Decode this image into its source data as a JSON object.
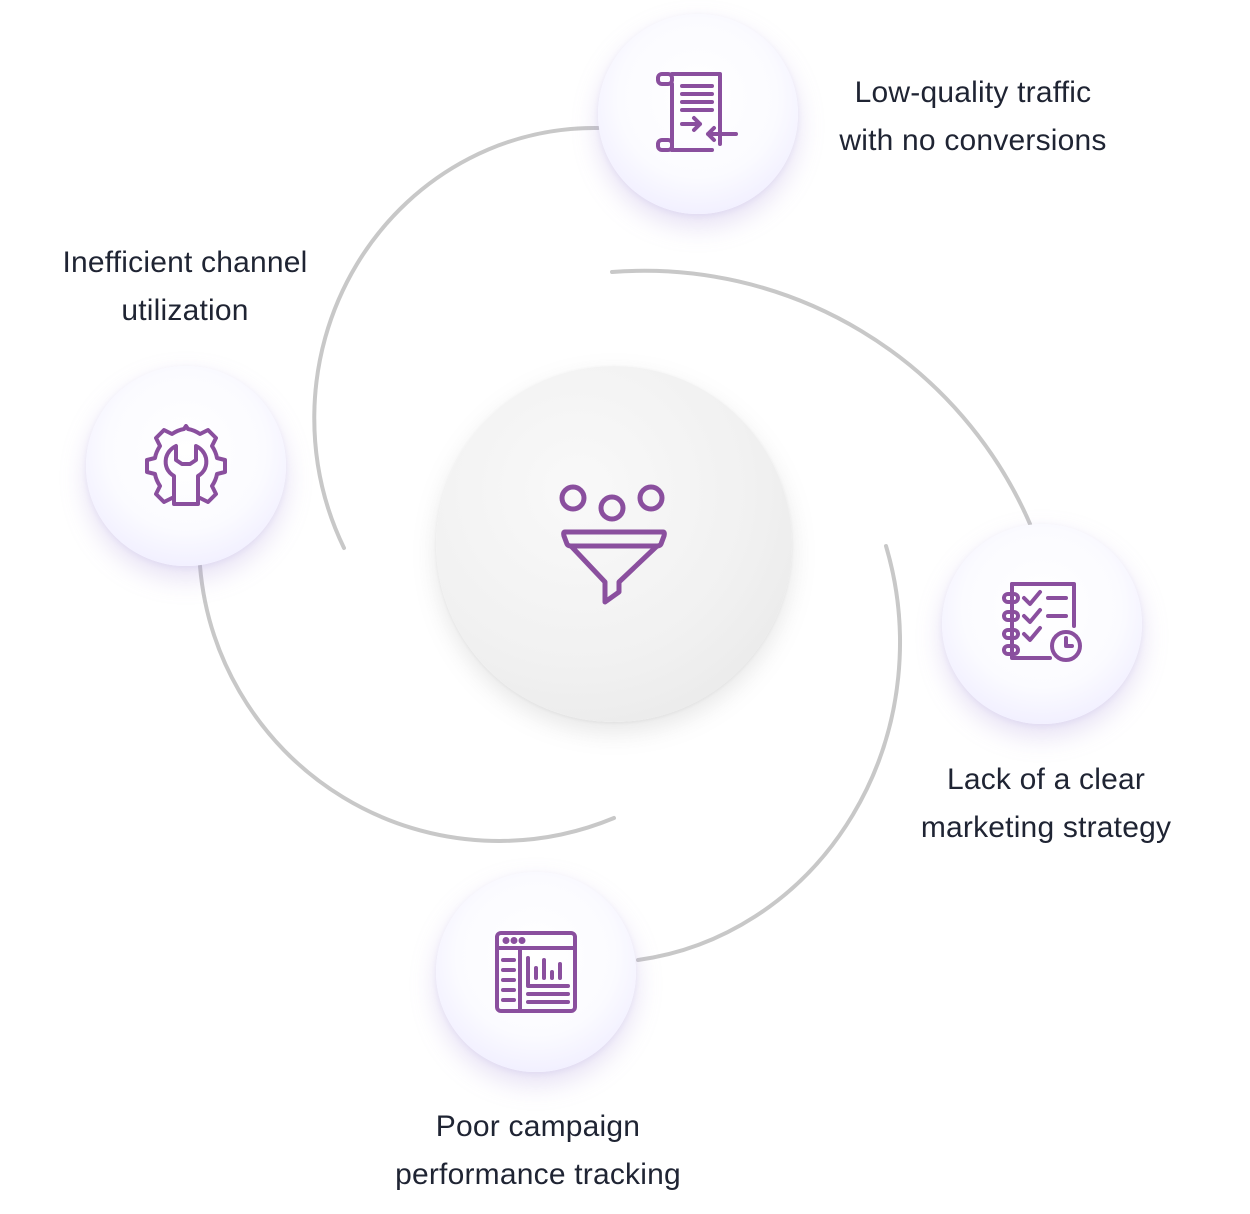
{
  "diagram": {
    "center": {
      "icon": "funnel-icon"
    },
    "items": [
      {
        "id": "low-quality-traffic",
        "icon": "document-exchange-icon",
        "label_lines": [
          "Low-quality traffic",
          "with no conversions"
        ]
      },
      {
        "id": "inefficient-channel",
        "icon": "gear-wrench-icon",
        "label_lines": [
          "Inefficient channel",
          "utilization"
        ]
      },
      {
        "id": "marketing-strategy",
        "icon": "checklist-clock-icon",
        "label_lines": [
          "Lack of a clear",
          "marketing strategy"
        ]
      },
      {
        "id": "campaign-tracking",
        "icon": "analytics-window-icon",
        "label_lines": [
          "Poor campaign",
          "performance tracking"
        ]
      }
    ]
  },
  "colors": {
    "icon_stroke": "#8a4f9e",
    "arc_stroke": "#c8c8c8",
    "text": "#1f2433",
    "node_tint": "#e6e2fb"
  }
}
